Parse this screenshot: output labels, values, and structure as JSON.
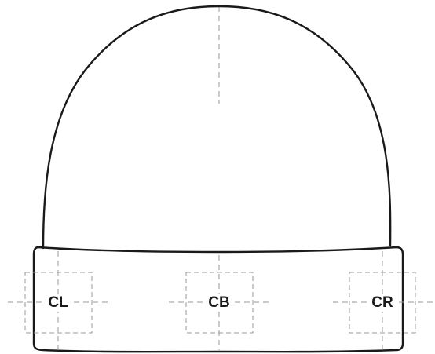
{
  "zones": {
    "left": {
      "label": "CL"
    },
    "back": {
      "label": "CB"
    },
    "right": {
      "label": "CR"
    }
  },
  "colors": {
    "outline": "#1a1a1a",
    "guide": "#9a9a9a",
    "background": "#ffffff"
  }
}
